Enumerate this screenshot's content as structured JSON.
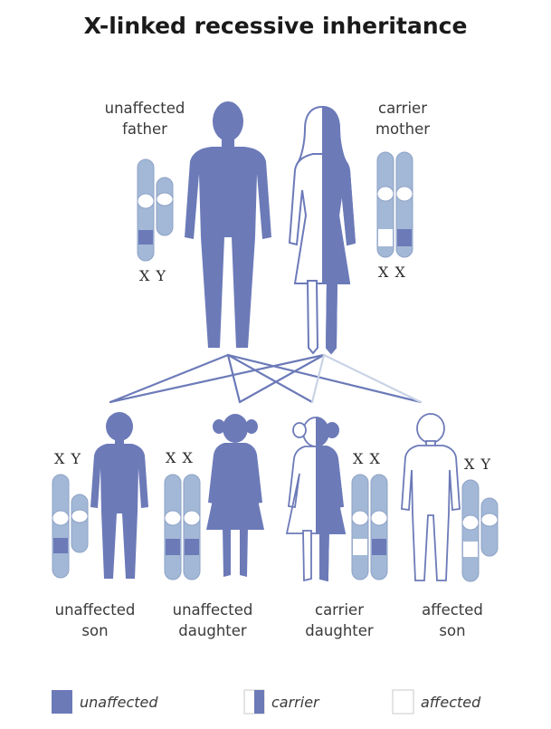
{
  "title": "X-linked recessive inheritance",
  "parents": {
    "father": {
      "line1": "unaffected",
      "line2": "father",
      "chromosomes": "X Y"
    },
    "mother": {
      "line1": "carrier",
      "line2": "mother",
      "chromosomes": "X X"
    }
  },
  "children": [
    {
      "line1": "unaffected",
      "line2": "son",
      "chromosomes": "X Y"
    },
    {
      "line1": "unaffected",
      "line2": "daughter",
      "chromosomes": "X X"
    },
    {
      "line1": "carrier",
      "line2": "daughter",
      "chromosomes": "X X"
    },
    {
      "line1": "affected",
      "line2": "son",
      "chromosomes": "X Y"
    }
  ],
  "legend": {
    "unaffected": "unaffected",
    "carrier": "carrier",
    "affected": "affected"
  },
  "colors": {
    "figure": "#6c7ab8",
    "chromosome": "#a2b8d6",
    "chromosome_edge": "#8ea2c7",
    "line_light": "#c9d3e6"
  }
}
